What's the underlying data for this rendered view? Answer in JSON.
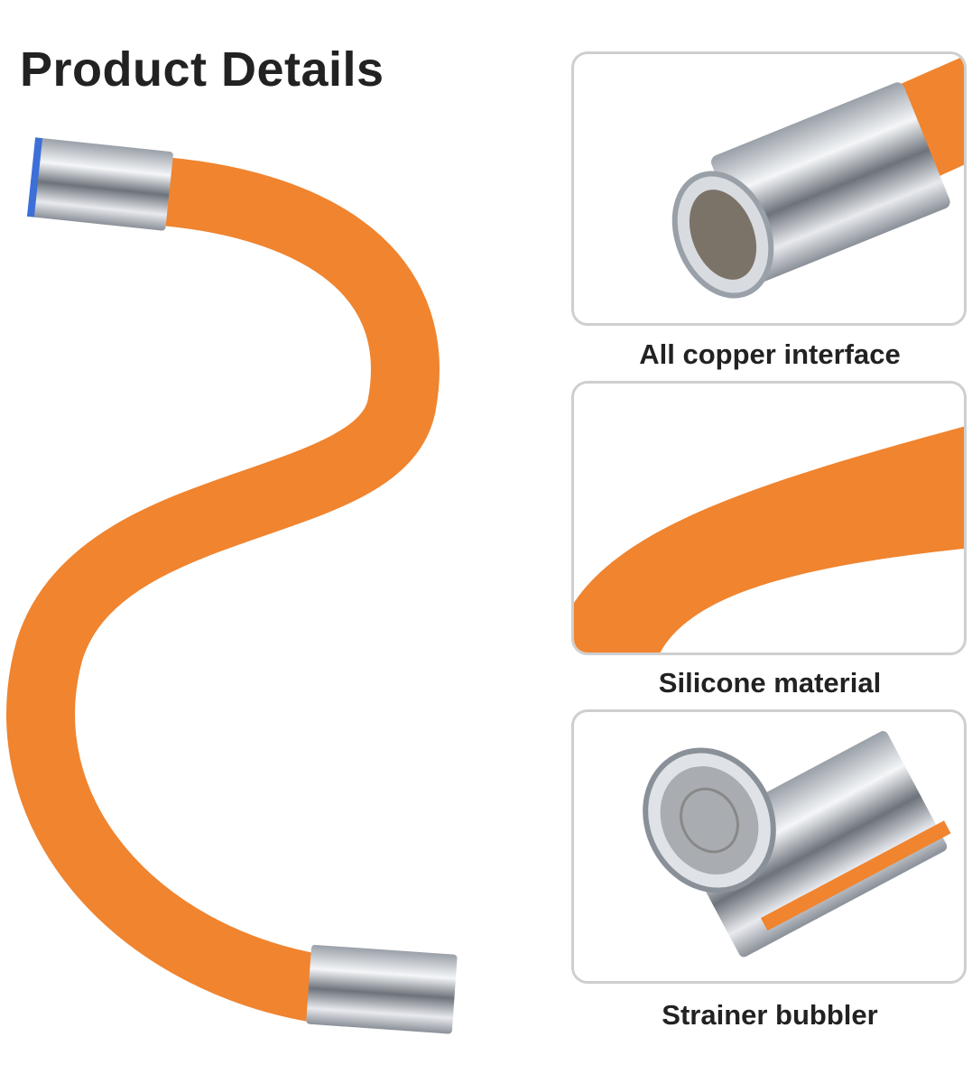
{
  "header": {
    "title": "Product Details"
  },
  "features": [
    {
      "caption": "All copper interface",
      "icon": "copper-connector"
    },
    {
      "caption": "Silicone material",
      "icon": "silicone-hose"
    },
    {
      "caption": "Strainer bubbler",
      "icon": "aerator"
    }
  ],
  "colors": {
    "hose": "#F0842F",
    "chrome": "#C8CCD2",
    "border": "#CFCFCF",
    "text": "#222222"
  }
}
